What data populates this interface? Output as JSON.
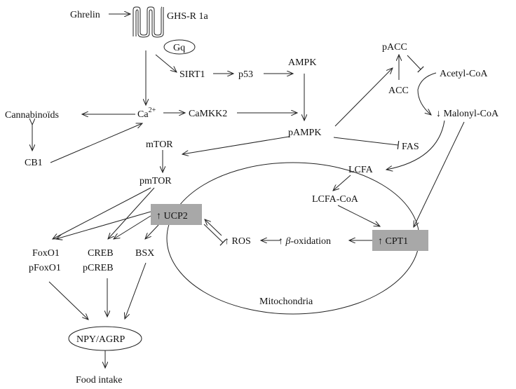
{
  "diagram": {
    "nodes": {
      "ghrelin": "Ghrelin",
      "ghsr": "GHS-R 1a",
      "gq": "Gq",
      "sirt1": "SIRT1",
      "p53": "p53",
      "ampk": "AMPK",
      "pacc": "pACC",
      "acc": "ACC",
      "acetyl_coa": "Acetyl-CoA",
      "malonyl_coa": "↓ Malonyl-CoA",
      "cannabinoids": "Cannabinoïds",
      "ca_base": "Ca",
      "ca_sup": "2+",
      "camkk2": "CaMKK2",
      "pampk": "pAMPK",
      "fas": "FAS",
      "cb1": "CB1",
      "mtor": "mTOR",
      "pmtor": "pmTOR",
      "lcfa": "LCFA",
      "lcfa_coa": "LCFA-CoA",
      "ucp2": "↑ UCP2",
      "ros": "↑ ROS",
      "beta_ox_arrow": "↑ ",
      "beta_ox_symbol": "β",
      "beta_ox_rest": "-oxidation",
      "cpt1": "↑ CPT1",
      "foxo1": "FoxO1",
      "pfoxo1": "pFoxO1",
      "creb": "CREB",
      "pcreb": "pCREB",
      "bsx": "BSX",
      "mitochondria": "Mitochondria",
      "npy_agrp": "NPY/AGRP",
      "food_intake": "Food intake"
    }
  }
}
